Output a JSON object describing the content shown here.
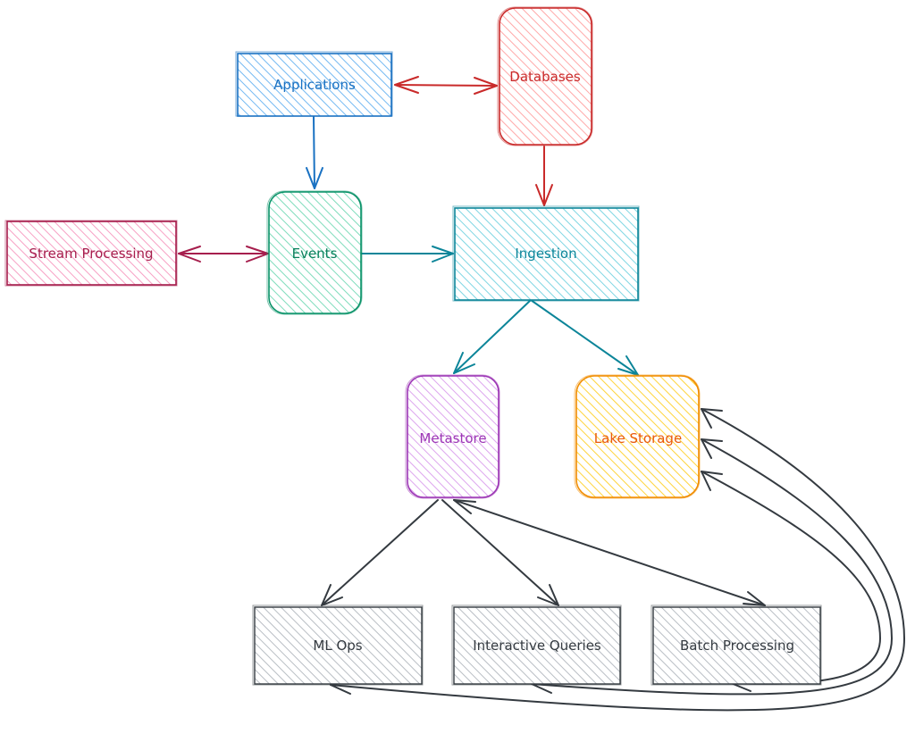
{
  "nodes": {
    "applications": {
      "label": "Applications",
      "stroke": "#1971c2",
      "fill": "#a5d8ff"
    },
    "databases": {
      "label": "Databases",
      "stroke": "#c92a2a",
      "fill": "#ffc9c9"
    },
    "stream_processing": {
      "label": "Stream Processing",
      "stroke": "#a61e4d",
      "fill": "#fcc2d7"
    },
    "events": {
      "label": "Events",
      "stroke": "#099268",
      "fill": "#96f2d7"
    },
    "ingestion": {
      "label": "Ingestion",
      "stroke": "#0c8599",
      "fill": "#99e9f2"
    },
    "metastore": {
      "label": "Metastore",
      "stroke": "#9c36b5",
      "fill": "#eebefa"
    },
    "lake_storage": {
      "label": "Lake Storage",
      "stroke": "#f08c00",
      "fill": "#ffec99"
    },
    "ml_ops": {
      "label": "ML Ops",
      "stroke": "#343a40",
      "fill": "#dee2e6"
    },
    "interactive_queries": {
      "label": "Interactive Queries",
      "stroke": "#343a40",
      "fill": "#dee2e6"
    },
    "batch_processing": {
      "label": "Batch Processing",
      "stroke": "#343a40",
      "fill": "#dee2e6"
    }
  }
}
